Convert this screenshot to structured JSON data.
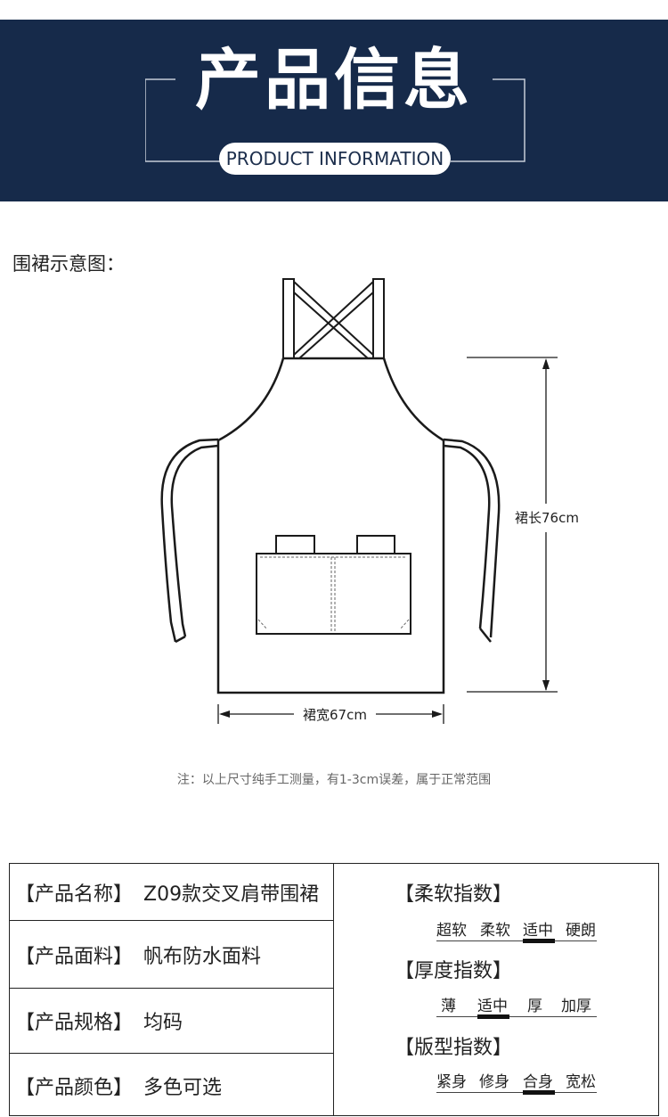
{
  "banner": {
    "title": "产品信息",
    "subtitle": "PRODUCT INFORMATION"
  },
  "diagram": {
    "label": "围裙示意图：",
    "length_label": "裙长76cm",
    "width_label": "裙宽67cm"
  },
  "note": "注：以上尺寸纯手工测量，有1-3cm误差，属于正常范围",
  "specs": [
    {
      "key": "【产品名称】",
      "value": "Z09款交叉肩带围裙"
    },
    {
      "key": "【产品面料】",
      "value": "帆布防水面料"
    },
    {
      "key": "【产品规格】",
      "value": "均码"
    },
    {
      "key": "【产品颜色】",
      "value": "多色可选"
    }
  ],
  "indices": [
    {
      "title": "【柔软指数】",
      "options": [
        "超软",
        "柔软",
        "适中",
        "硬朗"
      ],
      "selected": 2
    },
    {
      "title": "【厚度指数】",
      "options": [
        "薄",
        "适中",
        "厚",
        "加厚"
      ],
      "selected": 1
    },
    {
      "title": "【版型指数】",
      "options": [
        "紧身",
        "修身",
        "合身",
        "宽松"
      ],
      "selected": 2
    }
  ],
  "colors": {
    "banner": "#162a4a",
    "line": "#1a1a1a"
  }
}
